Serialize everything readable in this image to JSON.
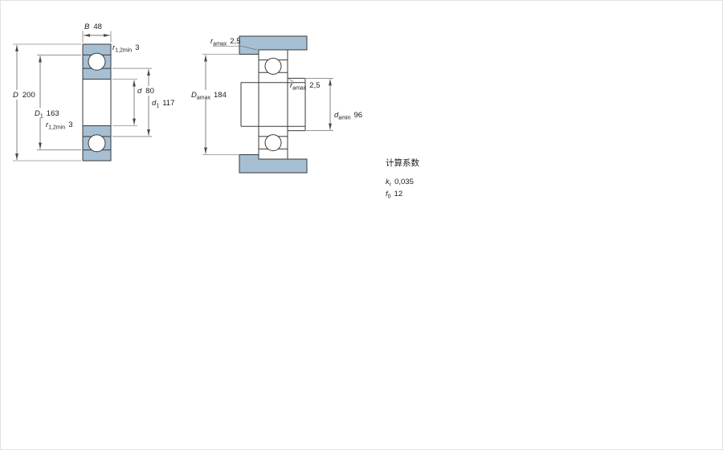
{
  "colors": {
    "section": "#a7bfd3",
    "line": "#3a3a3a",
    "text": "#1a1a1a"
  },
  "left": {
    "description": "bearing cross-section with boundary dimensions",
    "dims": {
      "B": {
        "sym": "B",
        "val": "48"
      },
      "r12t": {
        "sym": "r",
        "sub": "1,2min",
        "val": "3"
      },
      "D": {
        "sym": "D",
        "val": "200"
      },
      "D1": {
        "sym": "D",
        "sub": "1",
        "val": "163"
      },
      "d": {
        "sym": "d",
        "val": "80"
      },
      "d1": {
        "sym": "d",
        "sub": "1",
        "val": "117"
      },
      "r12b": {
        "sym": "r",
        "sub": "1,2min",
        "val": "3"
      }
    }
  },
  "right": {
    "description": "abutment and fillet dimensions",
    "dims": {
      "rat": {
        "sym": "r",
        "sub": "amax",
        "val": "2,5"
      },
      "Da": {
        "sym": "D",
        "sub": "amax",
        "val": "184"
      },
      "ram": {
        "sym": "r",
        "sub": "amax",
        "val": "2,5"
      },
      "da": {
        "sym": "d",
        "sub": "amin",
        "val": "96"
      }
    }
  },
  "factors": {
    "title": "计算系数",
    "rows": [
      {
        "sym": "k",
        "sub": "r",
        "val": "0,035"
      },
      {
        "sym": "f",
        "sub": "0",
        "val": "12"
      }
    ]
  }
}
